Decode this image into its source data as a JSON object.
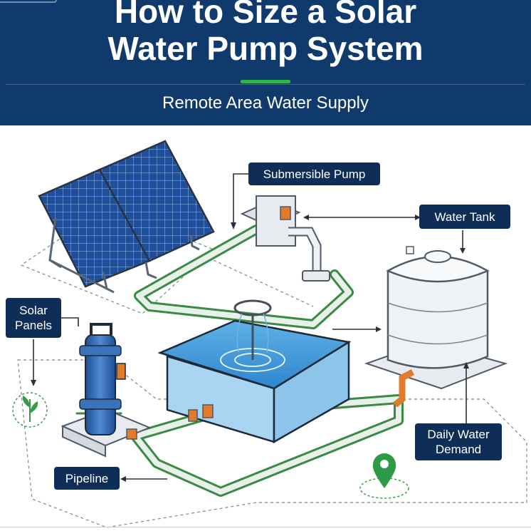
{
  "header": {
    "title_line1": "How to Size a Solar",
    "title_line2": "Water Pump System",
    "subtitle": "Remote Area Water Supply"
  },
  "labels": {
    "submersible_pump": "Submersible Pump",
    "water_tank": "Water Tank",
    "solar_panels": "Solar Panels",
    "daily_water_demand": "Daily Water Demand",
    "pipeline": "Pipeline"
  },
  "colors": {
    "header_bg": "#103a6b",
    "label_bg": "#0e2d57",
    "accent_green": "#2fb34a",
    "pipe_green": "#3a9a4a",
    "water_blue": "#8fc8ec",
    "pump_blue": "#2a5fa8",
    "fitting_orange": "#e07b2e"
  },
  "icons": [
    "leaf-icon",
    "location-pin-icon",
    "arrow-icon"
  ]
}
